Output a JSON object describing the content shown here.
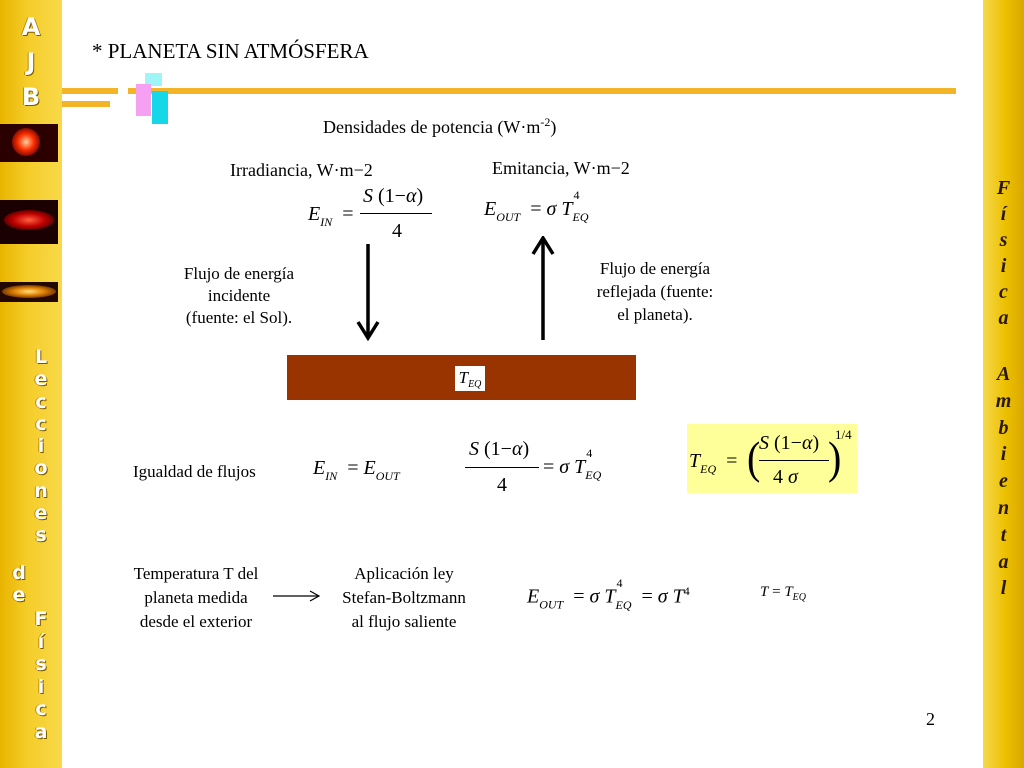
{
  "sidebar_left": {
    "logo_letters": [
      "A",
      "J",
      "B"
    ],
    "text_top": [
      "L",
      "e",
      "c",
      "c",
      "i",
      "o",
      "n",
      "e",
      "s"
    ],
    "text_de": [
      "d",
      "e"
    ],
    "text_bottom": [
      "F",
      "í",
      "s",
      "i",
      "c",
      "a"
    ]
  },
  "sidebar_right": {
    "word1": [
      "F",
      "í",
      "s",
      "i",
      "c",
      "a"
    ],
    "word2": [
      "A",
      "m",
      "b",
      "i",
      "e",
      "n",
      "t",
      "a",
      "l"
    ]
  },
  "colors": {
    "sidebar": "#f0c20a",
    "accent_line": "#f3b428",
    "slab": "#993300",
    "highlight_box": "#ffff99"
  },
  "slide": {
    "title": "* PLANETA SIN ATMÓSFERA",
    "heading_base": "Densidades de potencia (W·m",
    "heading_exp": "-2",
    "heading_close": ")",
    "irradiance_label": "Irradiancia, W·m−2",
    "emittance_label": "Emitancia, W·m−2",
    "incident_flux_label": [
      "Flujo de energía",
      "incidente",
      "(fuente: el Sol)."
    ],
    "reflected_flux_label": [
      "Flujo de energía",
      "reflejada (fuente:",
      "el planeta)."
    ],
    "equality_label": "Igualdad de flujos",
    "temp_label": [
      "Temperatura T del",
      "planeta medida",
      "desde el exterior"
    ],
    "law_label": [
      "Aplicación ley",
      "Stefan-Boltzmann",
      "al flujo saliente"
    ],
    "page_number": "2",
    "slab_label": "T",
    "slab_label_sub": "EQ"
  }
}
